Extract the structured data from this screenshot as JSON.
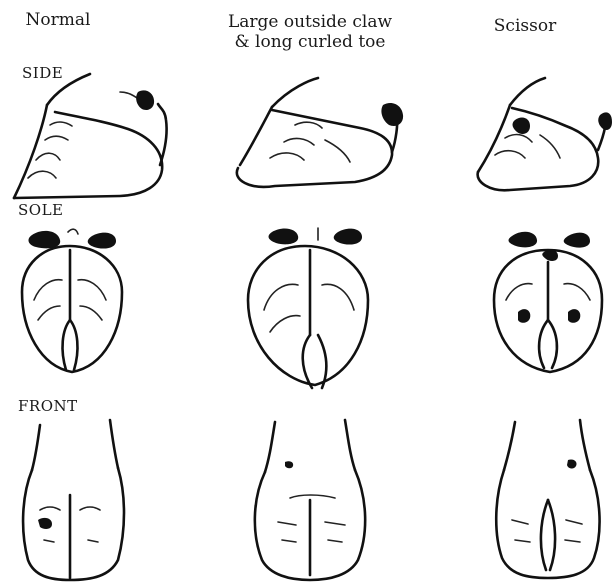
{
  "columns": [
    {
      "title": "Normal"
    },
    {
      "title": "Large outside claw\n& long curled toe"
    },
    {
      "title": "Scissor"
    }
  ],
  "rows": [
    {
      "label": "SIDE"
    },
    {
      "label": "SOLE"
    },
    {
      "label": "FRONT"
    }
  ],
  "icons": {
    "hoof_side_normal": "hoof-side-view",
    "hoof_side_large": "hoof-side-view",
    "hoof_side_scissor": "hoof-side-view",
    "hoof_sole_normal": "hoof-sole-view",
    "hoof_sole_large": "hoof-sole-view",
    "hoof_sole_scissor": "hoof-sole-view",
    "hoof_front_normal": "hoof-front-view",
    "hoof_front_large": "hoof-front-view",
    "hoof_front_scissor": "hoof-front-view"
  },
  "colors": {
    "ink": "#111111",
    "background": "#ffffff"
  }
}
